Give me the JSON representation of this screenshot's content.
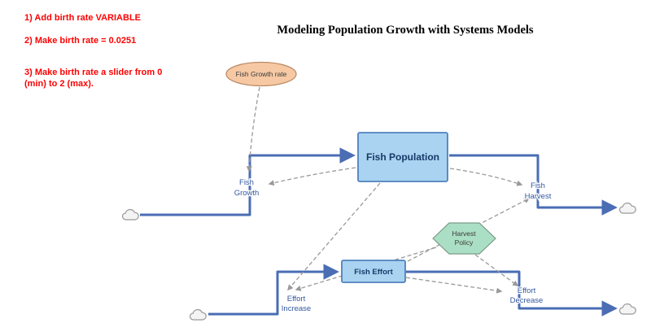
{
  "instructions": {
    "line1": "1) Add birth rate VARIABLE",
    "line2": "2) Make birth rate = 0.0251",
    "line3a": "3) Make birth rate a slider from 0",
    "line3b": "(min) to 2 (max)."
  },
  "title": "Modeling Population Growth with Systems Models",
  "model": {
    "variable_growth_rate": "Fish Growth rate",
    "stock_fish_population": "Fish Population",
    "stock_fish_effort": "Fish Effort",
    "policy": {
      "line1": "Harvest",
      "line2": "Policy"
    },
    "flow_fish_growth": {
      "line1": "Fish",
      "line2": "Growth"
    },
    "flow_fish_harvest": {
      "line1": "Fish",
      "line2": "Harvest"
    },
    "flow_effort_increase": {
      "line1": "Effort",
      "line2": "Increase"
    },
    "flow_effort_decrease": {
      "line1": "Effort",
      "line2": "Decrease"
    }
  },
  "colors": {
    "instruction_red": "#ff0000",
    "flow_blue": "#4a6db4",
    "link_gray": "#999999",
    "stock_fill": "#a9d3f0",
    "stock_border": "#4f81bd",
    "stock_text": "#173a68",
    "label_blue": "#34589e",
    "variable_fill": "#f6c9a4",
    "variable_border": "#bb8a64",
    "policy_fill": "#abdfc5",
    "policy_border": "#7a9a86",
    "cloud_fill": "#f4f4f4",
    "cloud_border": "#999999"
  }
}
